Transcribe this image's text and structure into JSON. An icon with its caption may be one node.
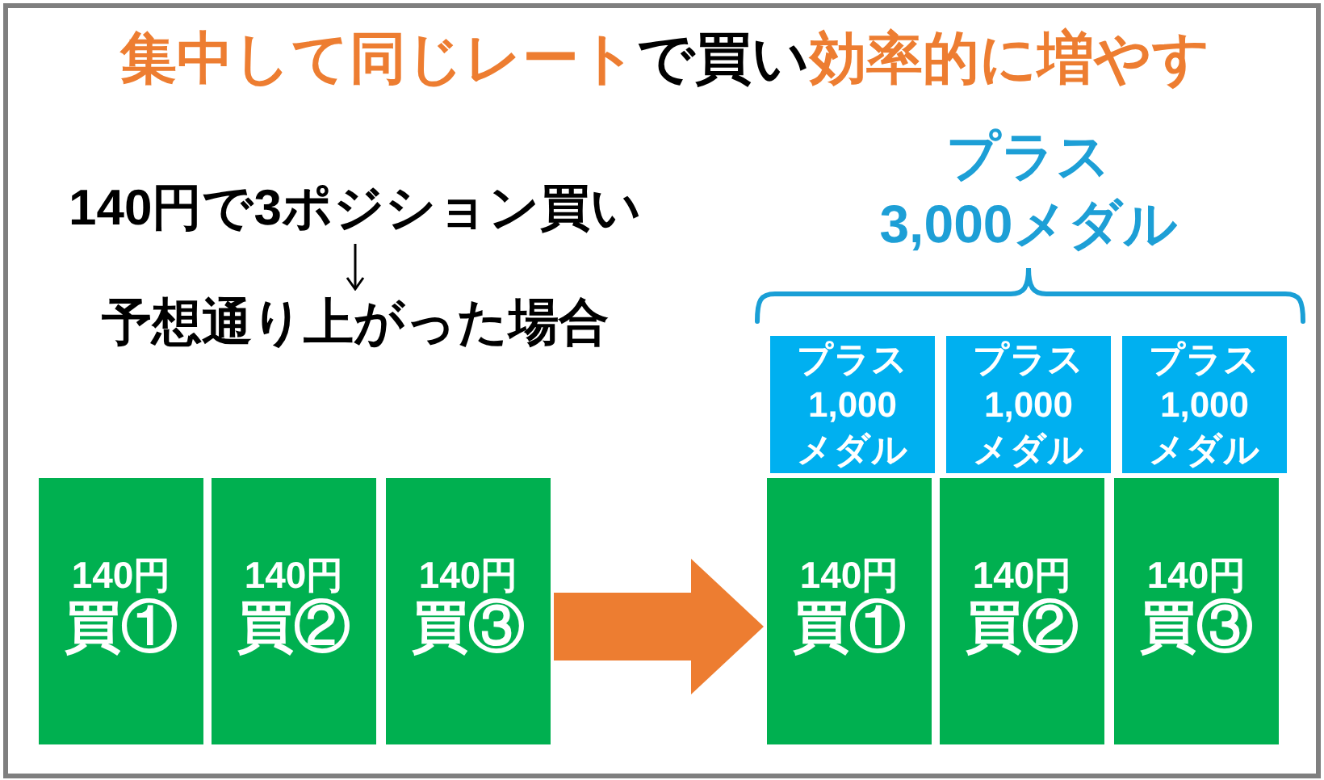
{
  "diagram": {
    "title": "**集中して同じレート**で買い**効率的に増やす**",
    "nodes": [
      {
        "text": [
          "140円で3ポジション買い"
        ]
      },
      {
        "text": [
          "予想通り上がった場合"
        ]
      },
      {
        "text": [
          "140円",
          "買①"
        ]
      },
      {
        "text": [
          "140円",
          "買②"
        ]
      },
      {
        "text": [
          "140円",
          "買③"
        ]
      },
      {
        "text": [
          "プラス1,000メダル"
        ]
      },
      {
        "text": [
          "プラス1,000メダル"
        ]
      },
      {
        "text": [
          "プラス1,000メダル"
        ]
      },
      {
        "text": [
          "140円",
          "買①"
        ]
      },
      {
        "text": [
          "140円",
          "買②"
        ]
      },
      {
        "text": [
          "140円",
          "買③"
        ]
      }
    ],
    "edges": [
      {
        "from": 0,
        "to": 1,
        "arrow": "to"
      },
      {
        "from": 4,
        "to": 8,
        "arrow": "to",
        "style": "thick",
        "color": "#ed7d31"
      }
    ],
    "labels": [
      "プラス3,000メダル"
    ]
  }
}
